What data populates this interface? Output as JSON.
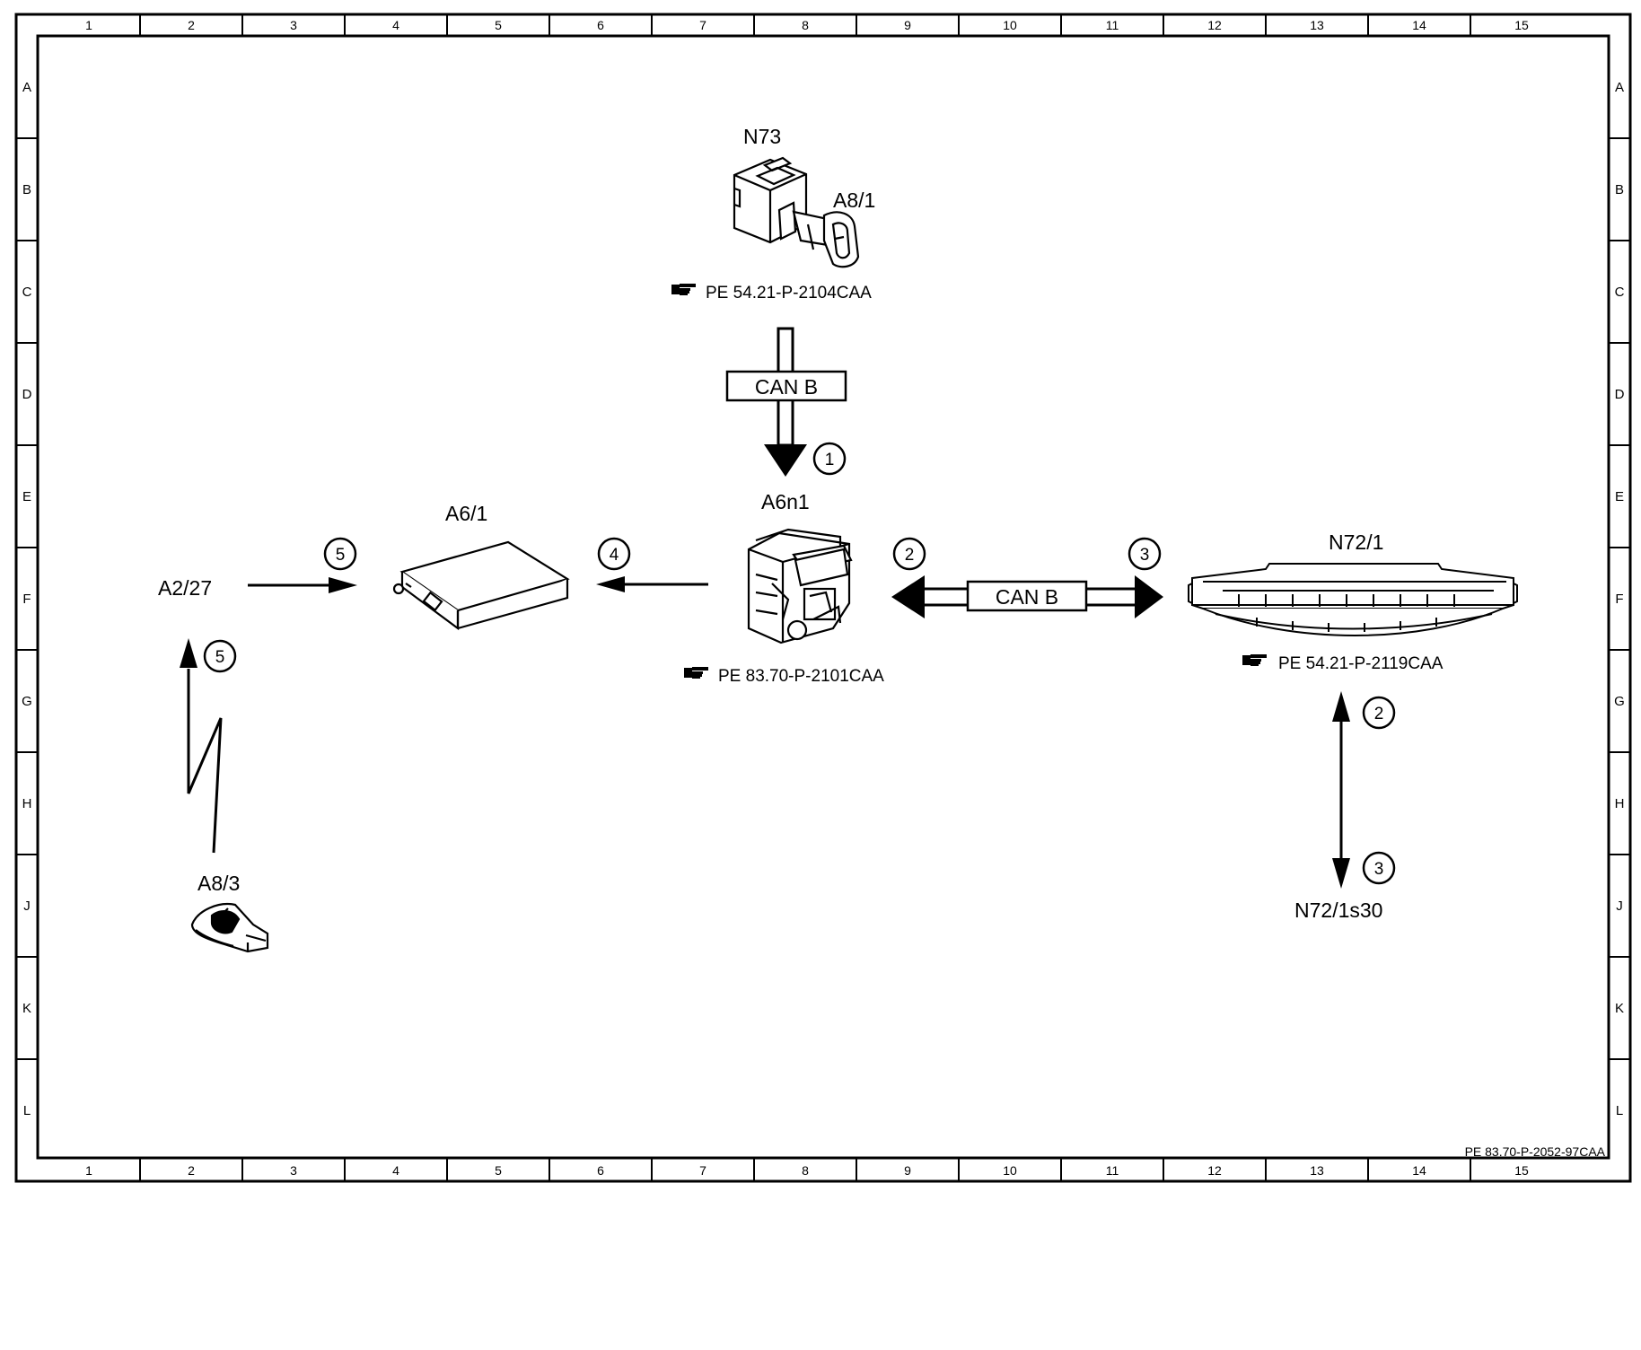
{
  "grid": {
    "columns": [
      "1",
      "2",
      "3",
      "4",
      "5",
      "6",
      "7",
      "8",
      "9",
      "10",
      "11",
      "12",
      "13",
      "14",
      "15"
    ],
    "rows": [
      "A",
      "B",
      "C",
      "D",
      "E",
      "F",
      "G",
      "H",
      "J",
      "K",
      "L"
    ]
  },
  "components": {
    "n73": "N73",
    "a8_1": "A8/1",
    "a6n1": "A6n1",
    "a6_1": "A6/1",
    "a2_27": "A2/27",
    "a8_3": "A8/3",
    "n72_1": "N72/1",
    "n72_1s30": "N72/1s30"
  },
  "references": {
    "n73_ref": "PE 54.21-P-2104CAA",
    "a6n1_ref": "PE 83.70-P-2101CAA",
    "n72_1_ref": "PE 54.21-P-2119CAA"
  },
  "bus_labels": {
    "vertical": "CAN B",
    "horizontal": "CAN B"
  },
  "steps": {
    "s1": "1",
    "s2_left": "2",
    "s3_right": "3",
    "s4": "4",
    "s5_top": "5",
    "s5_left": "5",
    "s2_right": "2",
    "s3_bottom": "3"
  },
  "document_id": "PE 83.70-P-2052-97CAA",
  "colors": {
    "line": "#000000",
    "background": "#ffffff"
  }
}
